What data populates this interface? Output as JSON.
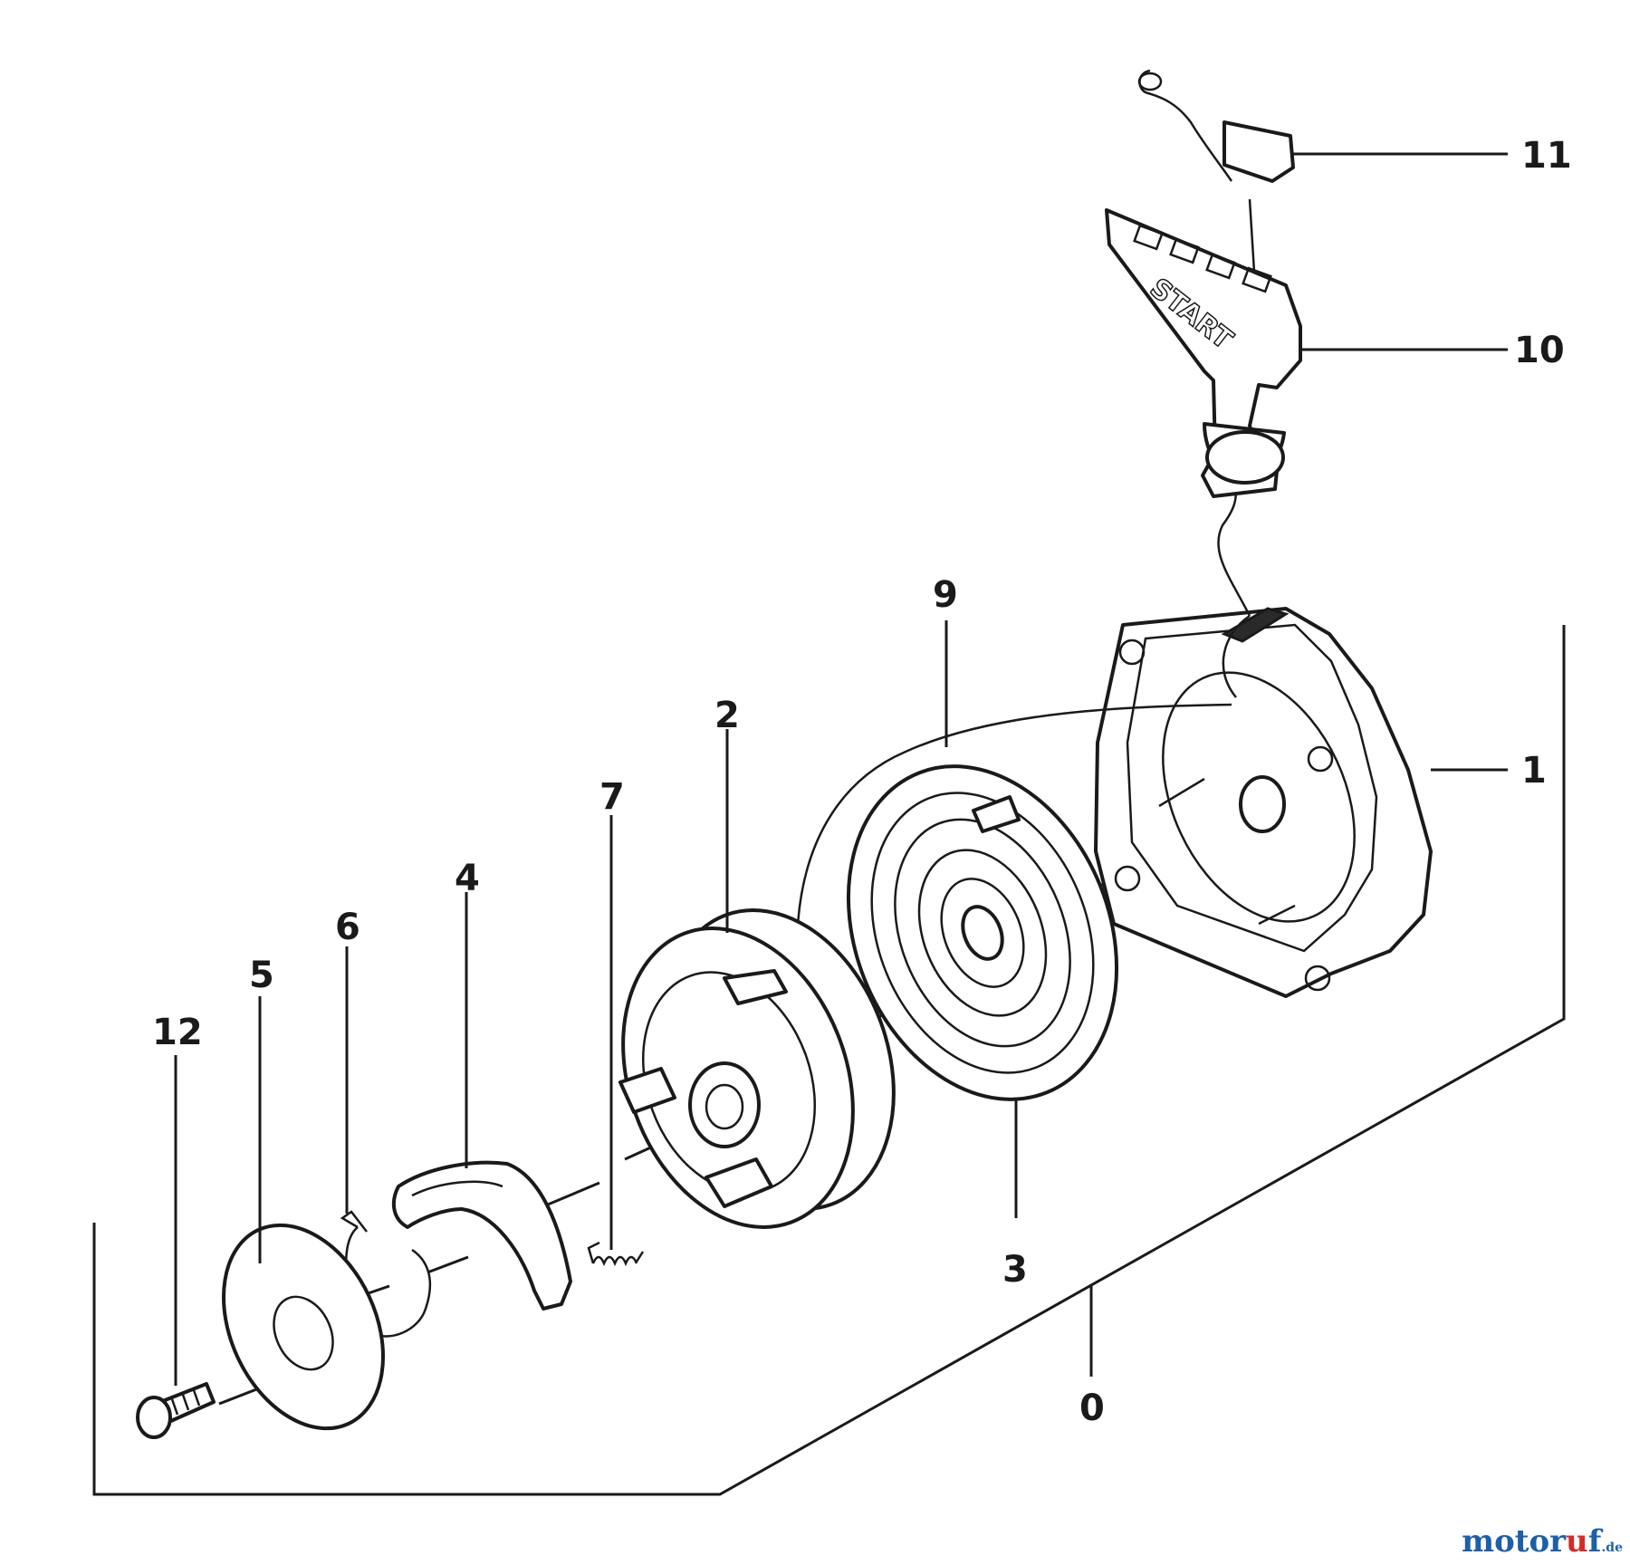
{
  "diagram": {
    "callouts": [
      {
        "id": "0",
        "label": "0"
      },
      {
        "id": "1",
        "label": "1"
      },
      {
        "id": "2",
        "label": "2"
      },
      {
        "id": "3",
        "label": "3"
      },
      {
        "id": "4",
        "label": "4"
      },
      {
        "id": "5",
        "label": "5"
      },
      {
        "id": "6",
        "label": "6"
      },
      {
        "id": "7",
        "label": "7"
      },
      {
        "id": "9",
        "label": "9"
      },
      {
        "id": "10",
        "label": "10"
      },
      {
        "id": "11",
        "label": "11"
      },
      {
        "id": "12",
        "label": "12"
      }
    ],
    "handle_text": "START"
  },
  "watermark": {
    "brand_main": "motor",
    "brand_u": "u",
    "brand_end": "f",
    "tld": ".de"
  }
}
